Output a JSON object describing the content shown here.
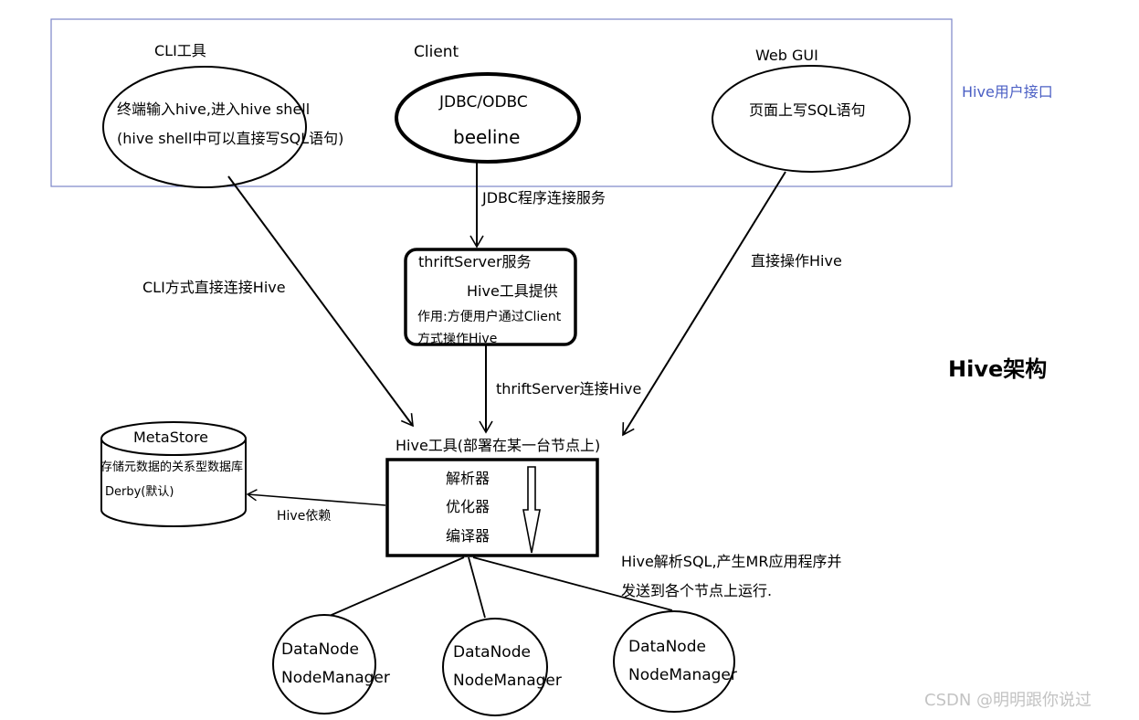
{
  "interface_group": {
    "label": "Hive用户接口",
    "label_color": "#4b5fc4",
    "frame_color": "#7b86c7"
  },
  "cli": {
    "heading": "CLI工具",
    "line1": "终端输入hive,进入hive shell",
    "line2": "(hive shell中可以直接写SQL语句)"
  },
  "client": {
    "heading": "Client",
    "line1": "JDBC/ODBC",
    "line2": "beeline"
  },
  "webgui": {
    "heading": "Web GUI",
    "line1": "页面上写SQL语句"
  },
  "edges": {
    "jdbc": "JDBC程序连接服务",
    "cli_direct": "CLI方式直接连接Hive",
    "web_direct": "直接操作Hive",
    "thrift_connect": "thriftServer连接Hive",
    "hive_dep": "Hive依赖"
  },
  "thrift": {
    "line1": "thriftServer服务",
    "line2": "Hive工具提供",
    "line3": "作用:方便用户通过Client",
    "line4": "方式操作Hive"
  },
  "metastore": {
    "title": "MetaStore",
    "line1": "存储元数据的关系型数据库",
    "line2": "Derby(默认)"
  },
  "hive_tool": {
    "title": "Hive工具(部署在某一台节点上)",
    "item1": "解析器",
    "item2": "优化器",
    "item3": "编译器"
  },
  "note": {
    "line1": "Hive解析SQL,产生MR应用程序并",
    "line2": "发送到各个节点上运行."
  },
  "architecture_title": "Hive架构",
  "nodes": [
    {
      "line1": "DataNode",
      "line2": "NodeManager"
    },
    {
      "line1": "DataNode",
      "line2": "NodeManager"
    },
    {
      "line1": "DataNode",
      "line2": "NodeManager"
    }
  ],
  "watermark": "CSDN @明明跟你说过"
}
